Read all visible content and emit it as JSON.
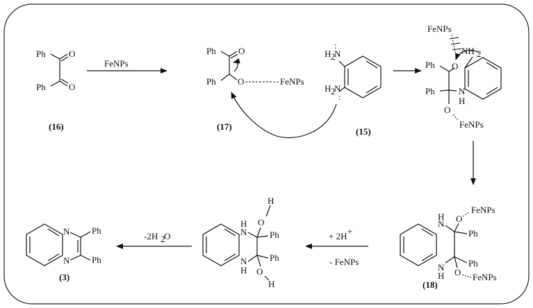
{
  "compounds": {
    "c16": "(16)",
    "c17": "(17)",
    "c15": "(15)",
    "c18": "(18)",
    "c3": "(3)"
  },
  "labels": {
    "ph": "Ph",
    "o": "O",
    "n": "N",
    "h": "H",
    "nh2": "NH",
    "h2n": "H",
    "two": "2",
    "fenps": "FeNPs",
    "lone_pair": ":"
  },
  "arrows": {
    "a1": "FeNPs",
    "a3": "-2H",
    "a3_sub": "2",
    "a3_end": "O",
    "a2_top": "+ 2H",
    "a2_sup": "+",
    "a2_bottom": "- FeNPs"
  }
}
